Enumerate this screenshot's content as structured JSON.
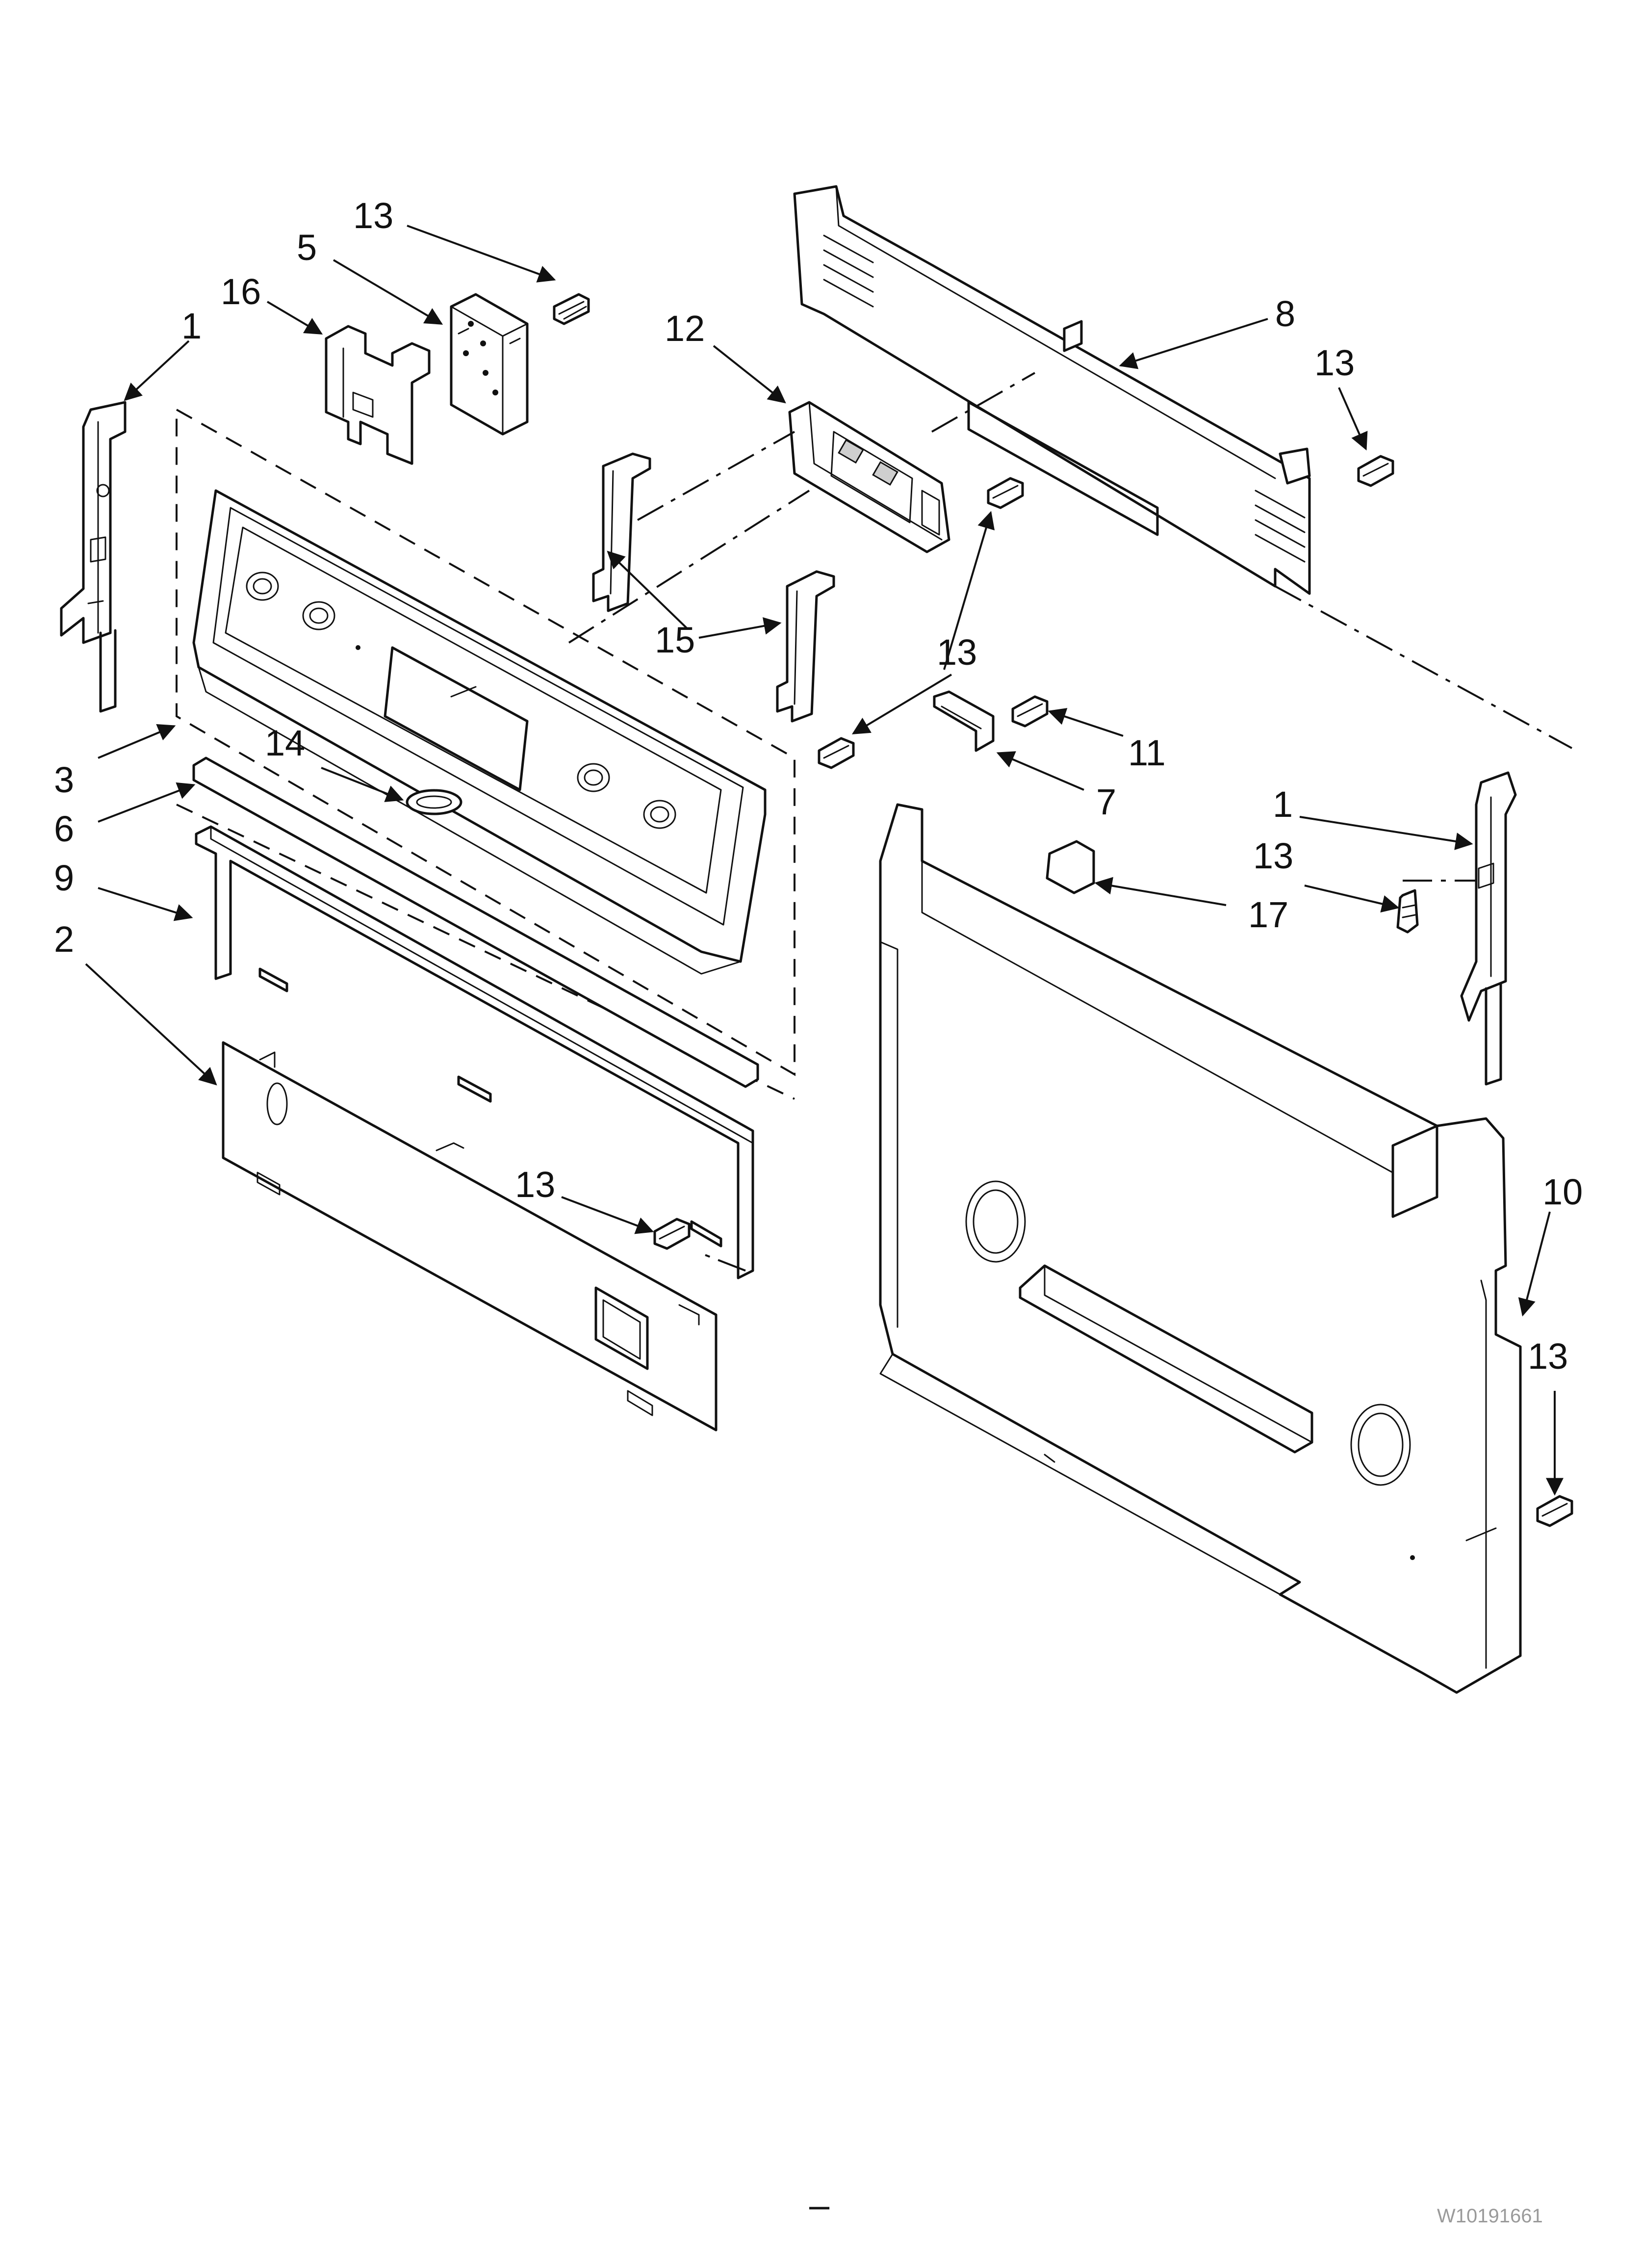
{
  "callouts": {
    "c1a": "1",
    "c1b": "1",
    "c2": "2",
    "c3": "3",
    "c5": "5",
    "c6": "6",
    "c7": "7",
    "c8": "8",
    "c9": "9",
    "c10": "10",
    "c11": "11",
    "c12": "12",
    "c13a": "13",
    "c13b": "13",
    "c13c": "13",
    "c13d": "13",
    "c13e": "13",
    "c13f": "13",
    "c14": "14",
    "c15": "15",
    "c16": "16",
    "c17": "17"
  },
  "footer": {
    "dash_mark": "–",
    "drawing_code": "W10191661"
  },
  "colors": {
    "ink": "#111111",
    "paper": "#ffffff",
    "faint": "#9a9a9a"
  }
}
